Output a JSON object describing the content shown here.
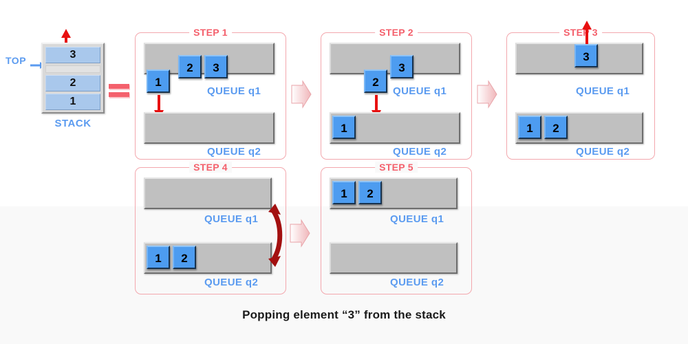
{
  "caption": "Popping element “3” from the stack",
  "colors": {
    "accent_red": "#f4606c",
    "panel_border": "#f3a7ad",
    "label_blue": "#5b9bf0",
    "tile_blue": "#4d9cf0",
    "stack_cell_blue": "#a9c8ec",
    "queue_gray": "#c0c0c0",
    "arrow_red": "#e81010",
    "swap_arrow_red": "#a31010",
    "band_gray": "#f9f9f9"
  },
  "stack": {
    "label": "STACK",
    "top_label": "TOP",
    "cells": [
      "3",
      "2",
      "1"
    ],
    "top_pointer_target": "3",
    "pop_arrow": "up-arrow-icon"
  },
  "equals_symbol": "=",
  "queue_names": {
    "q1": "QUEUE q1",
    "q2": "QUEUE q2"
  },
  "steps": [
    {
      "id": "step-1",
      "title": "STEP 1",
      "q1": {
        "label": "QUEUE q1",
        "tiles": [
          "2",
          "3"
        ],
        "dequeue_tile": "1"
      },
      "q2": {
        "label": "QUEUE q2",
        "tiles": []
      },
      "action_arrow": "down-arrow-icon"
    },
    {
      "id": "step-2",
      "title": "STEP 2",
      "q1": {
        "label": "QUEUE q1",
        "tiles": [
          "3"
        ],
        "dequeue_tile": "2"
      },
      "q2": {
        "label": "QUEUE q2",
        "tiles": [
          "1"
        ]
      },
      "action_arrow": "down-arrow-icon"
    },
    {
      "id": "step-3",
      "title": "STEP 3",
      "q1": {
        "label": "QUEUE q1",
        "tiles": [],
        "dequeue_tile": "3"
      },
      "q2": {
        "label": "QUEUE q2",
        "tiles": [
          "1",
          "2"
        ]
      },
      "action_arrow": "up-arrow-icon"
    },
    {
      "id": "step-4",
      "title": "STEP 4",
      "q1": {
        "label": "QUEUE q1",
        "tiles": []
      },
      "q2": {
        "label": "QUEUE q2",
        "tiles": [
          "1",
          "2"
        ]
      },
      "action_arrow": "swap-double-arrow-icon"
    },
    {
      "id": "step-5",
      "title": "STEP 5",
      "q1": {
        "label": "QUEUE q1",
        "tiles": [
          "1",
          "2"
        ]
      },
      "q2": {
        "label": "QUEUE q2",
        "tiles": []
      },
      "action_arrow": "none"
    }
  ],
  "separators": [
    "chevron-right-icon",
    "chevron-right-icon",
    "chevron-right-icon"
  ]
}
